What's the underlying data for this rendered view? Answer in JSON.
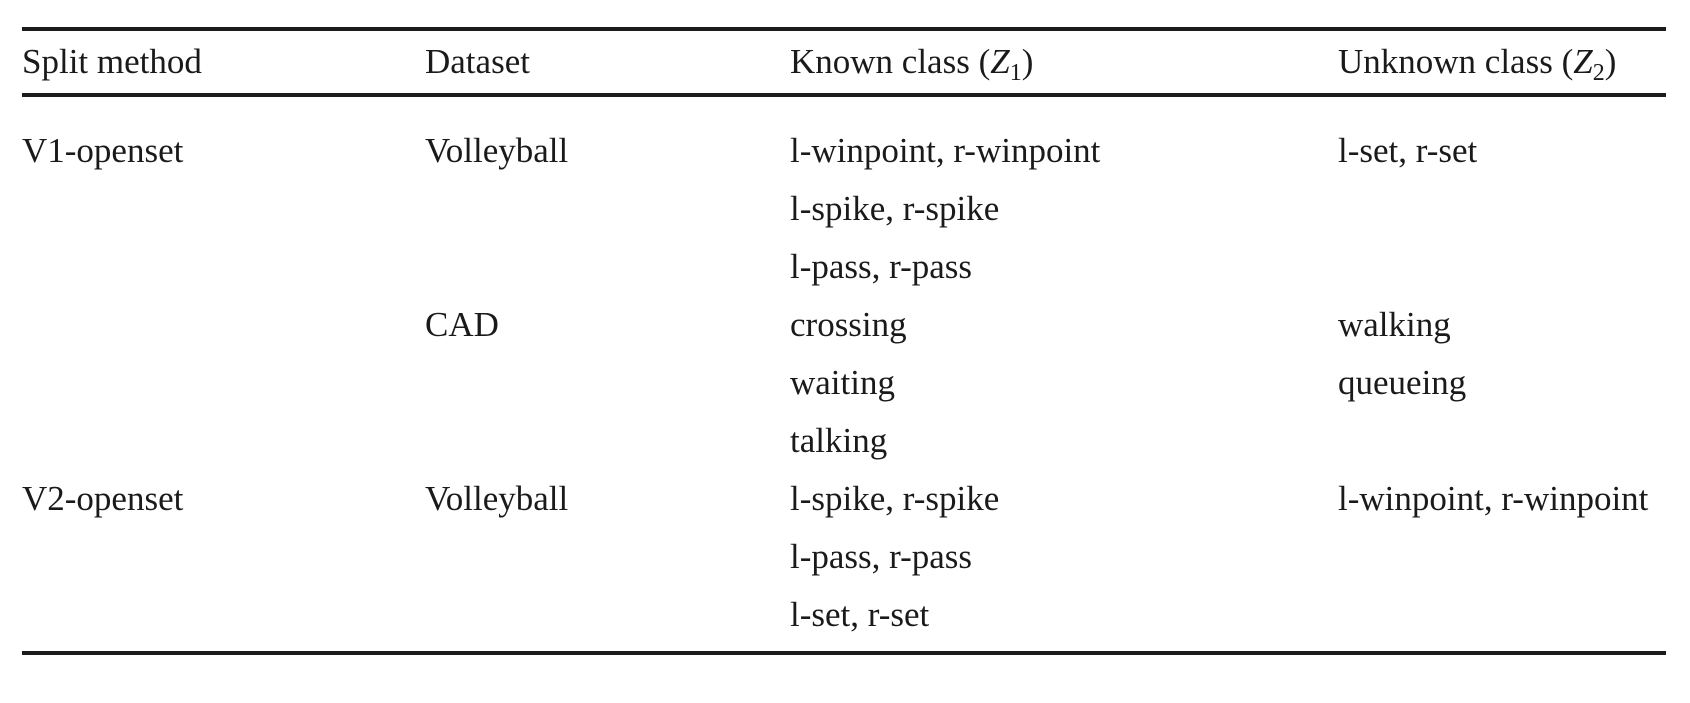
{
  "figure": {
    "kind": "paper-table",
    "colors": {
      "text": "#1a1a1a",
      "rule": "#1c1c1c",
      "background": "#ffffff"
    }
  },
  "header": {
    "col1": "Split method",
    "col2": "Dataset",
    "col3": {
      "prefix": "Known class (",
      "symbol": "Z",
      "subscript": "1",
      "suffix": ")"
    },
    "col4": {
      "prefix": "Unknown class (",
      "symbol": "Z",
      "subscript": "2",
      "suffix": ")"
    }
  },
  "body": {
    "lines": [
      [
        "V1-openset",
        "Volleyball",
        "l-winpoint, r-winpoint",
        "l-set, r-set"
      ],
      [
        "",
        "",
        "l-spike, r-spike",
        ""
      ],
      [
        "",
        "",
        "l-pass, r-pass",
        ""
      ],
      [
        "",
        "CAD",
        "crossing",
        "walking"
      ],
      [
        "",
        "",
        "waiting",
        "queueing"
      ],
      [
        "",
        "",
        "talking",
        ""
      ],
      [
        "V2-openset",
        "Volleyball",
        "l-spike, r-spike",
        "l-winpoint, r-winpoint"
      ],
      [
        "",
        "",
        "l-pass, r-pass",
        ""
      ],
      [
        "",
        "",
        "l-set, r-set",
        ""
      ]
    ]
  }
}
